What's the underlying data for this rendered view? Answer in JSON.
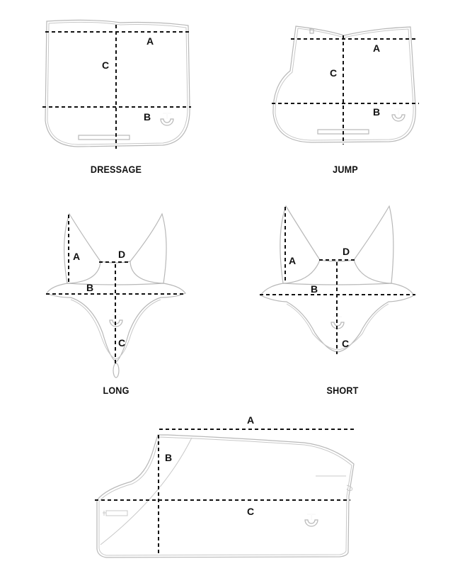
{
  "diagrams": {
    "dressage": {
      "title": "DRESSAGE",
      "labels": {
        "a": "A",
        "b": "B",
        "c": "C"
      }
    },
    "jump": {
      "title": "JUMP",
      "labels": {
        "a": "A",
        "b": "B",
        "c": "C"
      }
    },
    "long": {
      "title": "LONG",
      "labels": {
        "a": "A",
        "b": "B",
        "c": "C",
        "d": "D"
      }
    },
    "short": {
      "title": "SHORT",
      "labels": {
        "a": "A",
        "b": "B",
        "c": "C",
        "d": "D"
      }
    },
    "rug": {
      "labels": {
        "a": "A",
        "b": "B",
        "c": "C"
      }
    }
  },
  "colors": {
    "outline": "#b8b8b8",
    "dash": "#111111",
    "text": "#111111"
  },
  "icons": {
    "logo": "stirrup-logo-icon"
  }
}
